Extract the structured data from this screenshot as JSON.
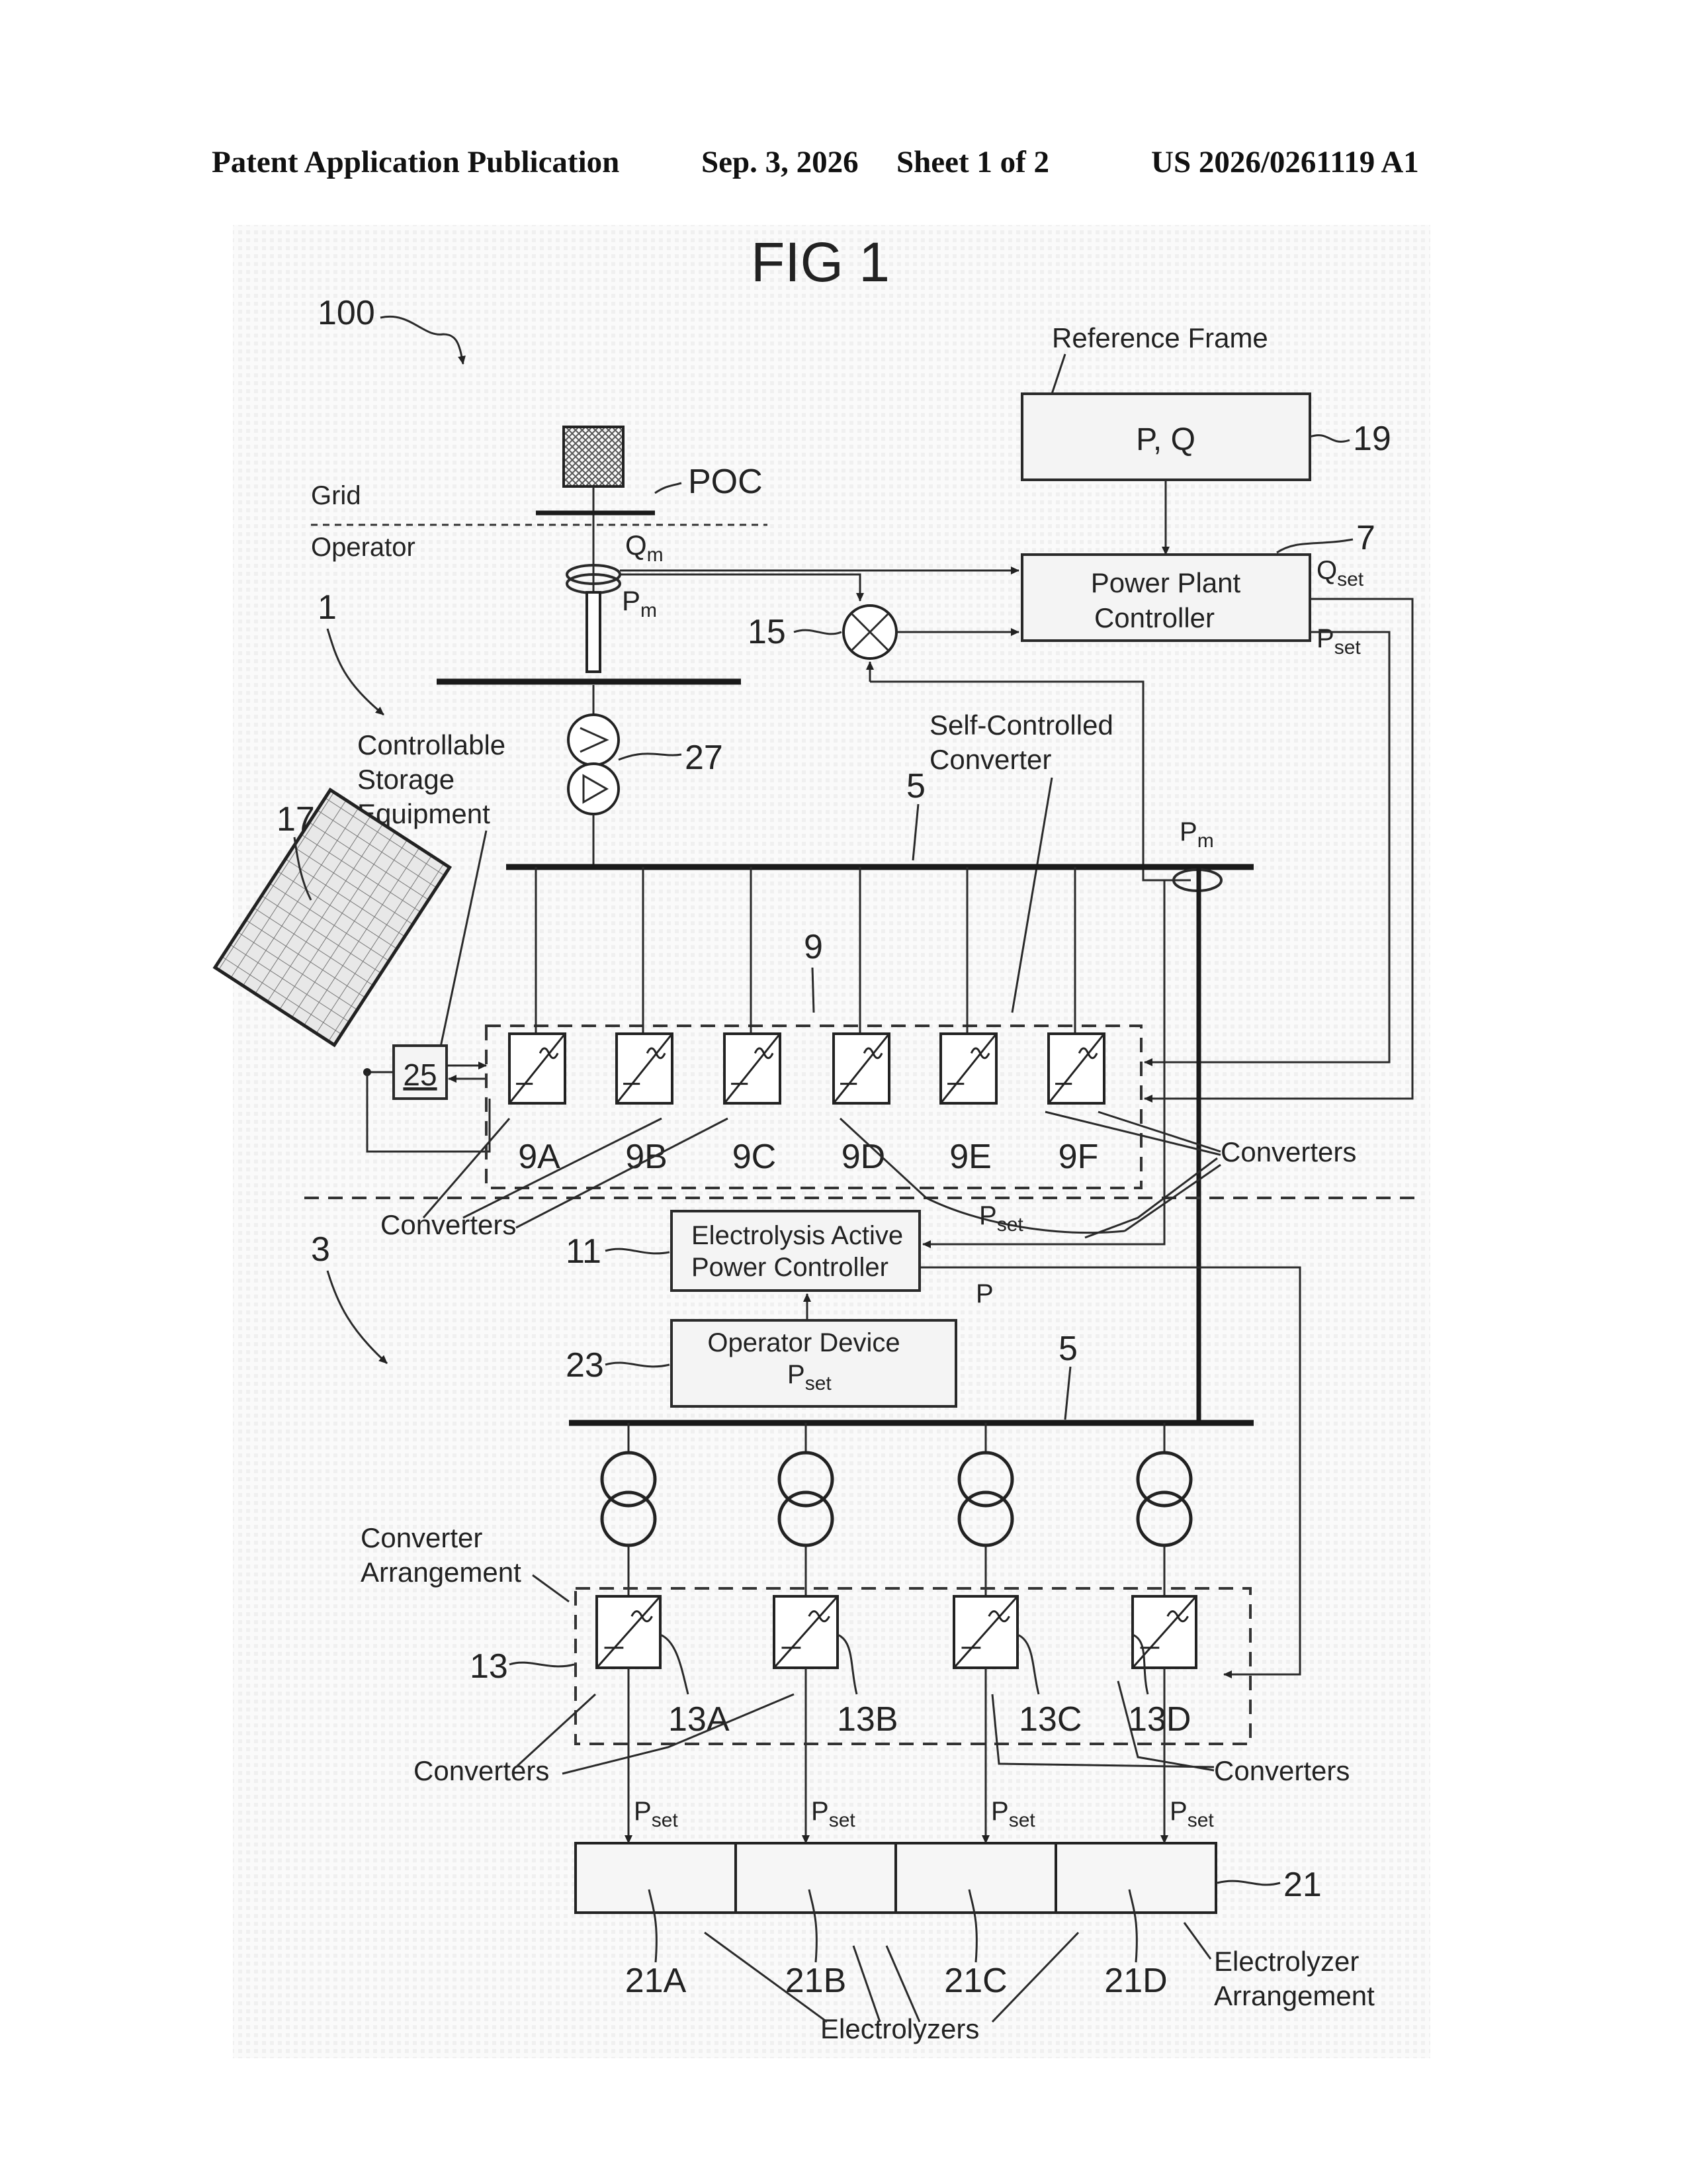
{
  "header": {
    "publication": "Patent Application Publication",
    "date": "Sep. 3, 2026",
    "sheet": "Sheet 1 of 2",
    "number": "US 2026/0261119 A1"
  },
  "figure": {
    "title": "FIG 1",
    "refs": {
      "r100": "100",
      "r1": "1",
      "r3": "3",
      "r5a": "5",
      "r5b": "5",
      "r7": "7",
      "r9": "9",
      "r11": "11",
      "r13": "13",
      "r15": "15",
      "r17": "17",
      "r19": "19",
      "r21": "21",
      "r23": "23",
      "r25": "25",
      "r27": "27"
    },
    "labels": {
      "reference_frame": "Reference Frame",
      "pq": "P, Q",
      "poc": "POC",
      "grid": "Grid",
      "operator": "Operator",
      "qm": "Q",
      "pm": "P",
      "pm2": "P",
      "sub_m": "m",
      "ppc_line1": "Power Plant",
      "ppc_line2": "Controller",
      "qset": "Q",
      "pset": "P",
      "sub_set": "set",
      "self_controlled_1": "Self-Controlled",
      "self_controlled_2": "Converter",
      "storage_1": "Controllable",
      "storage_2": "Storage",
      "storage_3": "Equipment",
      "converters": "Converters",
      "eapc_1": "Electrolysis Active",
      "eapc_2": "Power Controller",
      "p": "P",
      "operator_device": "Operator Device",
      "conv_arr_1": "Converter",
      "conv_arr_2": "Arrangement",
      "electrolyzers": "Electrolyzers",
      "elz_arr_1": "Electrolyzer",
      "elz_arr_2": "Arrangement"
    },
    "converters_top": [
      "9A",
      "9B",
      "9C",
      "9D",
      "9E",
      "9F"
    ],
    "converters_bottom": [
      "13A",
      "13B",
      "13C",
      "13D"
    ],
    "electrolyzers": [
      "21A",
      "21B",
      "21C",
      "21D"
    ]
  }
}
